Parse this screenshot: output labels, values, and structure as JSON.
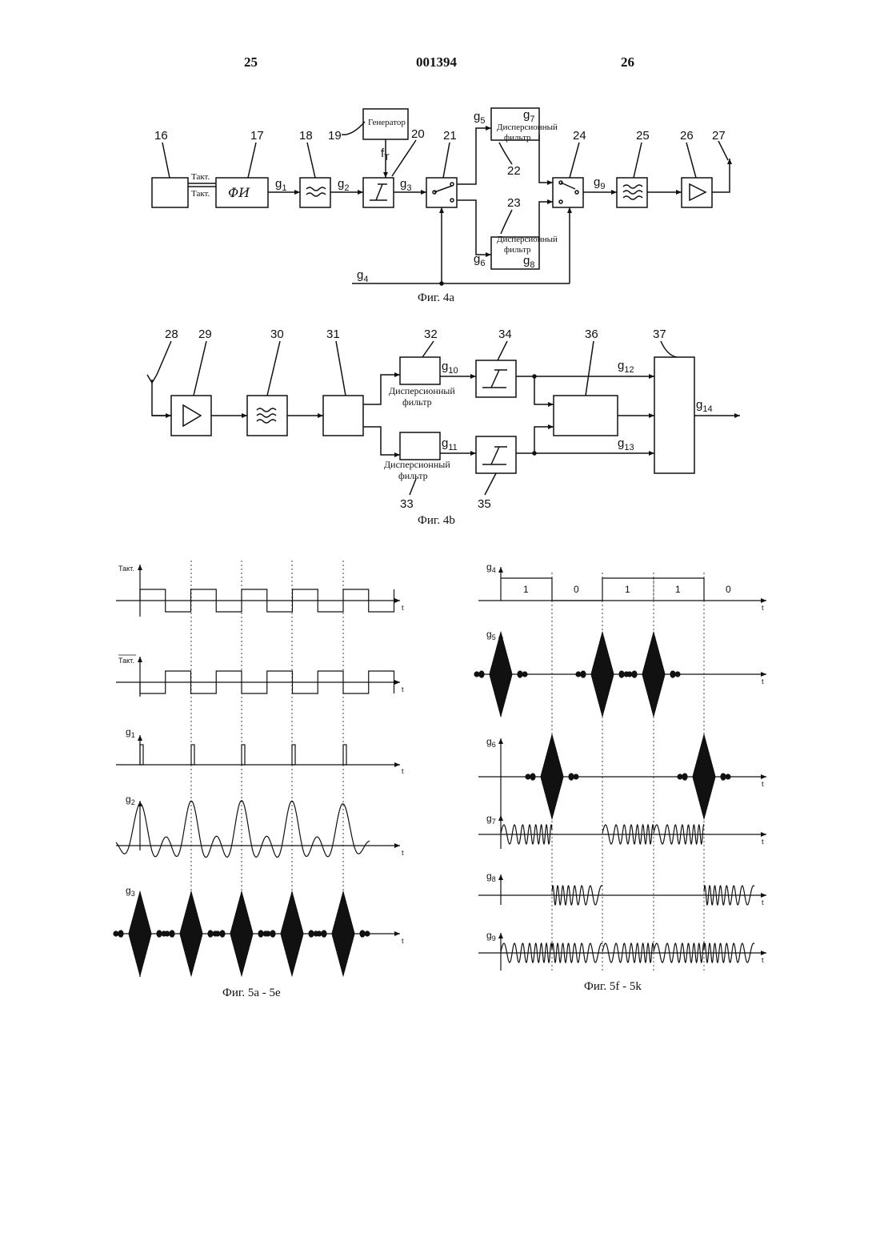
{
  "header": {
    "left": "25",
    "center": "001394",
    "right": "26"
  },
  "fig4a": {
    "caption": "Фиг. 4a",
    "numbers": [
      "16",
      "17",
      "18",
      "19",
      "20",
      "21",
      "22",
      "23",
      "24",
      "25",
      "26",
      "27"
    ],
    "generator": "Генератор",
    "ft_main": "f",
    "ft_sub": "T",
    "takt": "Такт.",
    "handwriting": "ФИ",
    "disp_filter_l1": "Дисперсионный",
    "disp_filter_l2": "фильтр",
    "signals": {
      "g1": [
        "g",
        "1"
      ],
      "g2": [
        "g",
        "2"
      ],
      "g3": [
        "g",
        "3"
      ],
      "g4": [
        "g",
        "4"
      ],
      "g5": [
        "g",
        "5"
      ],
      "g6": [
        "g",
        "6"
      ],
      "g7": [
        "g",
        "7"
      ],
      "g8": [
        "g",
        "8"
      ],
      "g9": [
        "g",
        "9"
      ]
    }
  },
  "fig4b": {
    "caption": "Фиг. 4b",
    "numbers": [
      "28",
      "29",
      "30",
      "31",
      "32",
      "33",
      "34",
      "35",
      "36",
      "37"
    ],
    "disp_filter_l1": "Дисперсионный",
    "disp_filter_l2": "фильтр",
    "signals": {
      "g10": [
        "g",
        "10"
      ],
      "g11": [
        "g",
        "11"
      ],
      "g12": [
        "g",
        "12"
      ],
      "g13": [
        "g",
        "13"
      ],
      "g14": [
        "g",
        "14"
      ]
    }
  },
  "fig5ae": {
    "caption": "Фиг. 5a - 5e",
    "takt": "Такт.",
    "t": "t",
    "g1": [
      "g",
      "1"
    ],
    "g2": [
      "g",
      "2"
    ],
    "g3": [
      "g",
      "3"
    ]
  },
  "fig5fk": {
    "caption": "Фиг. 5f - 5k",
    "t": "t",
    "bits": [
      "1",
      "0",
      "1",
      "1",
      "0"
    ],
    "g4": [
      "g",
      "4"
    ],
    "g5": [
      "g",
      "5"
    ],
    "g6": [
      "g",
      "6"
    ],
    "g7": [
      "g",
      "7"
    ],
    "g8": [
      "g",
      "8"
    ],
    "g9": [
      "g",
      "9"
    ]
  }
}
